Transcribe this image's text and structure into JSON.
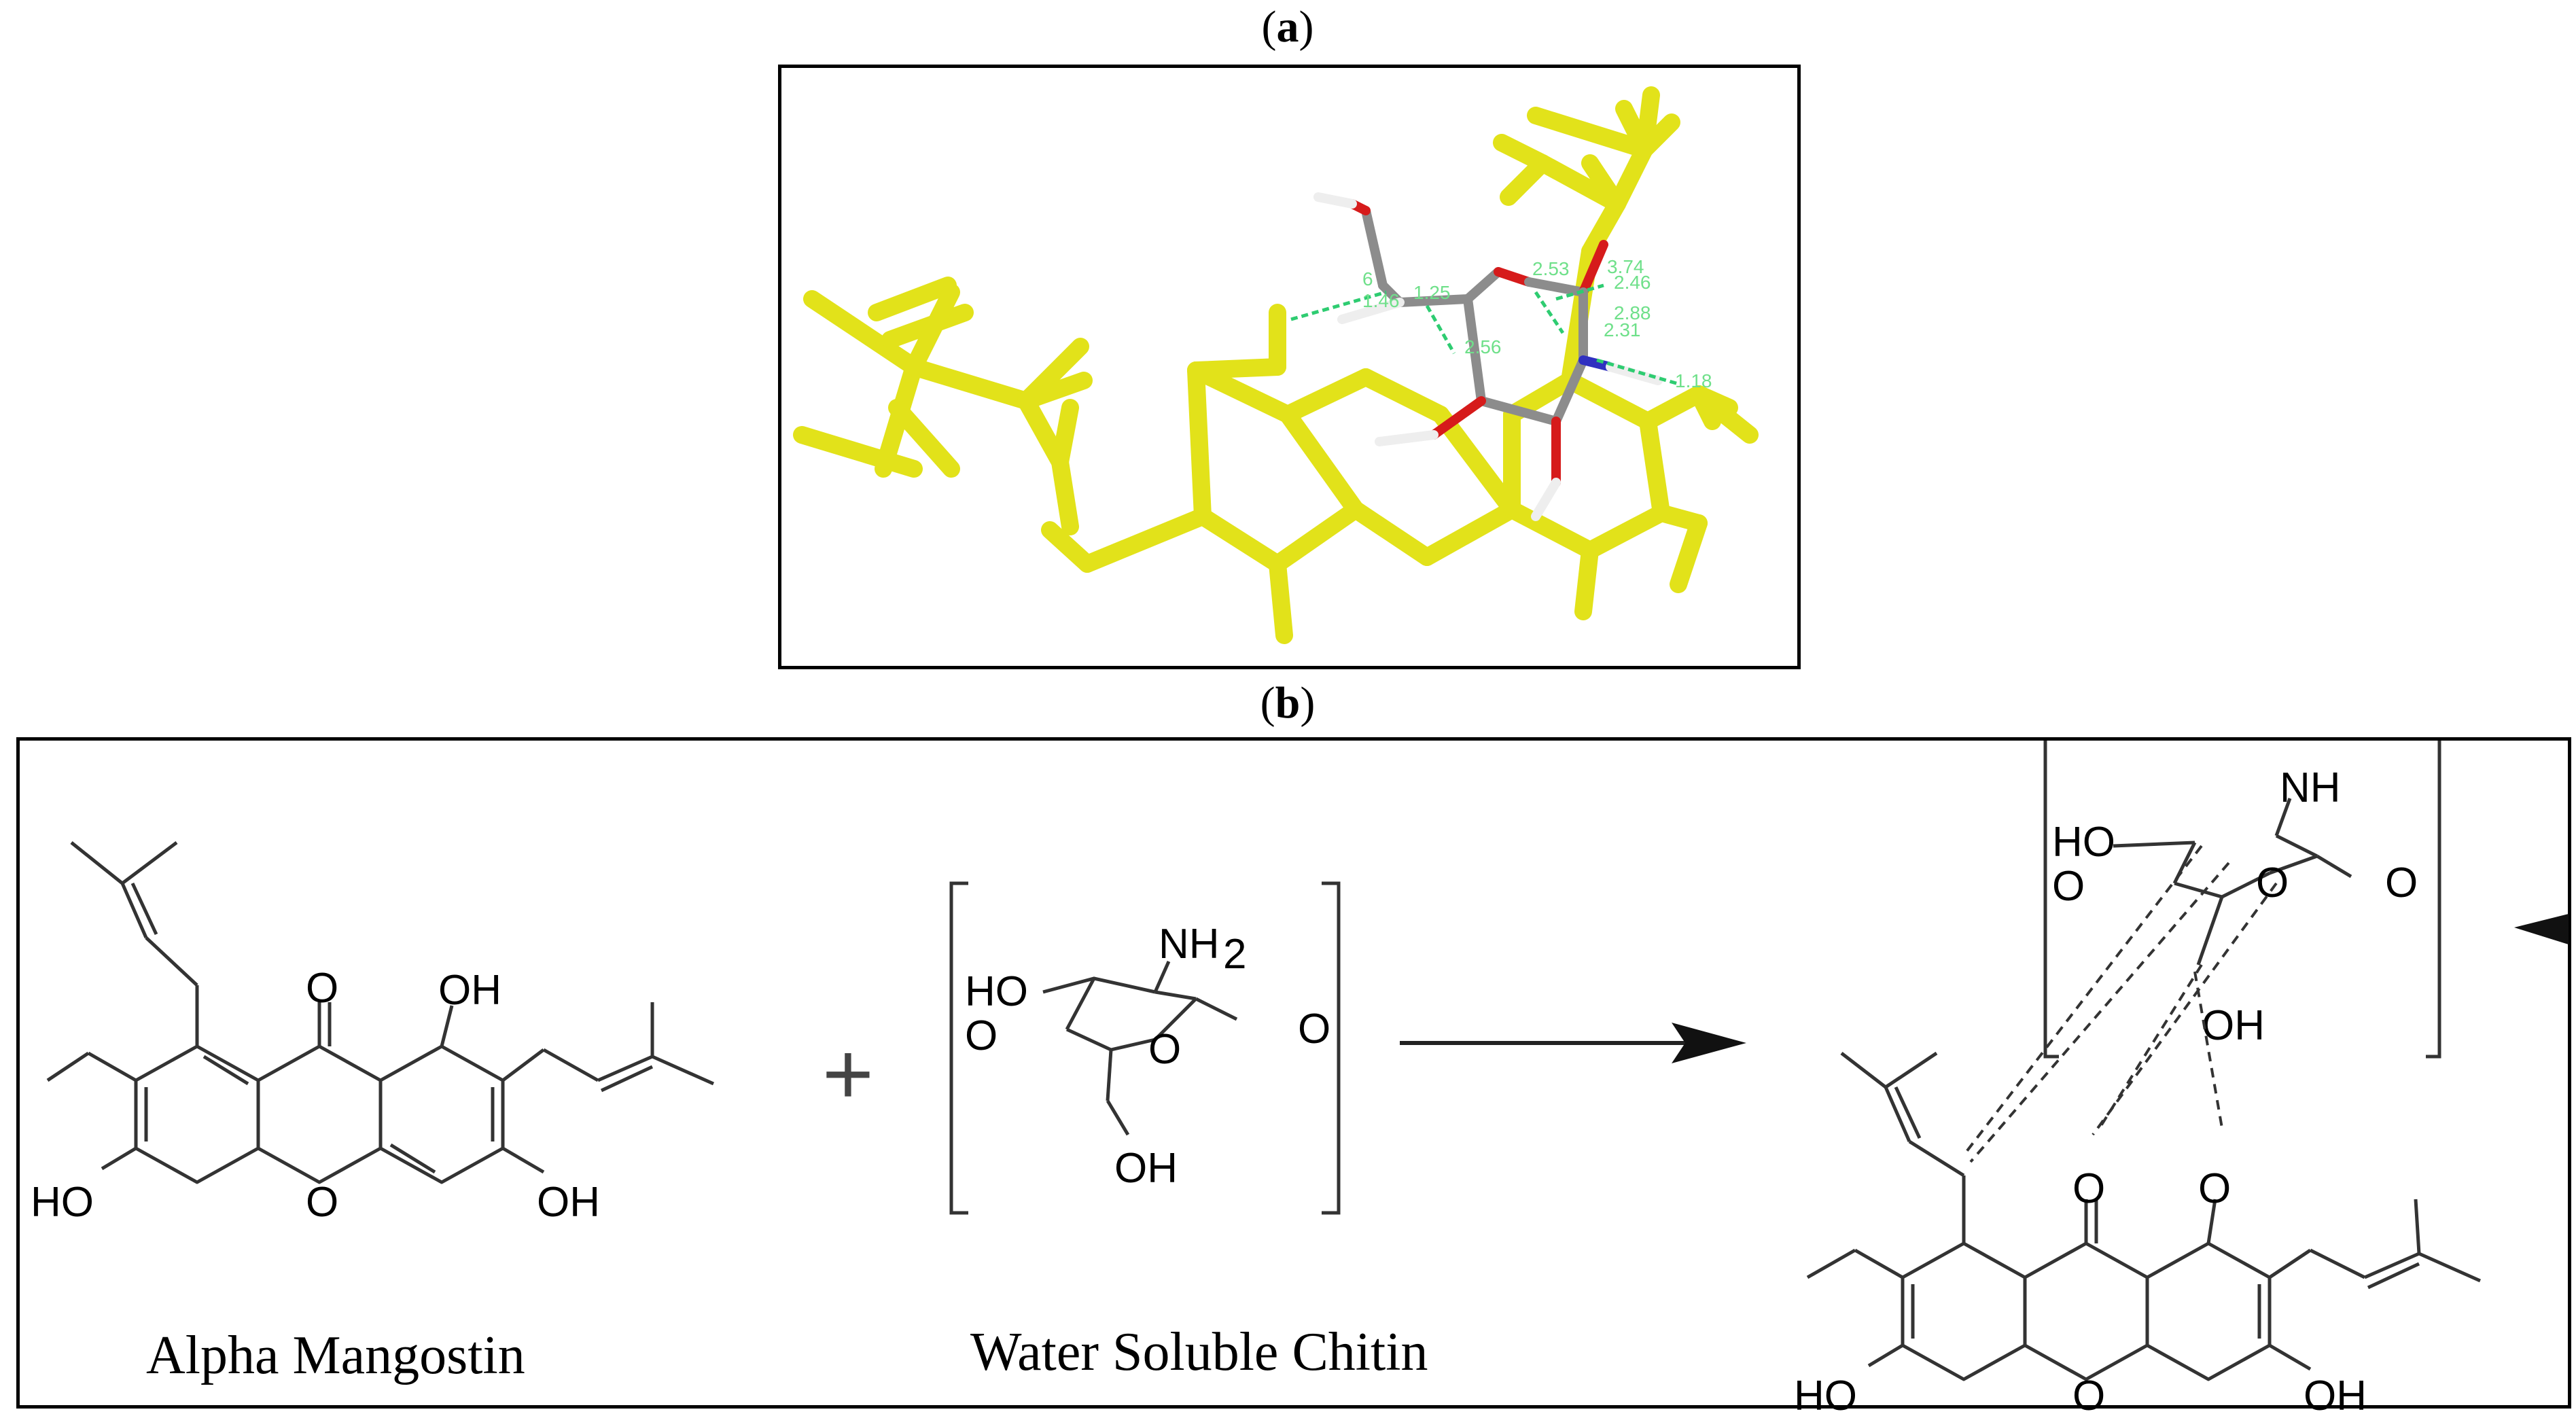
{
  "panel_a": {
    "label_open": "(",
    "label_letter": "a",
    "label_close": ")",
    "distance_labels": [
      "6",
      "1.25",
      "1.46",
      "2.56",
      "3.74",
      "2.46",
      "2.88",
      "2.31",
      "1.18",
      "2.53"
    ],
    "colors": {
      "ligand": "#e6e619",
      "carbon": "#8c8c8c",
      "oxygen": "#d61b1b",
      "nitrogen": "#3030c0",
      "hydrogen": "#ffffff",
      "hbond": "#2ecc71"
    }
  },
  "panel_b": {
    "label_open": "(",
    "label_letter": "b",
    "label_close": ")",
    "alpha_mangostin": {
      "caption": "Alpha Mangostin",
      "atoms": {
        "carbonyl_o": "O",
        "oh_top": "OH",
        "ring_o": "O",
        "oh_left": "HO",
        "oh_right": "OH"
      }
    },
    "plus_sign": "+",
    "water_soluble_chitin": {
      "caption": "Water Soluble Chitin",
      "atoms": {
        "nh2": "NH",
        "nh2_sub": "2",
        "ho": "HO",
        "o_left": "O",
        "o_right": "O",
        "o_ring": "O",
        "oh_bottom": "OH"
      }
    },
    "complex": {
      "chitin_atoms": {
        "nh": "NH",
        "ho": "HO",
        "o_left": "O",
        "o_ring": "O",
        "o_right": "O",
        "oh": "OH"
      },
      "mangostin_atoms": {
        "carbonyl_o": "O",
        "o_right": "O",
        "ring_o": "O",
        "ho_left": "HO",
        "oh_right": "OH"
      }
    }
  }
}
